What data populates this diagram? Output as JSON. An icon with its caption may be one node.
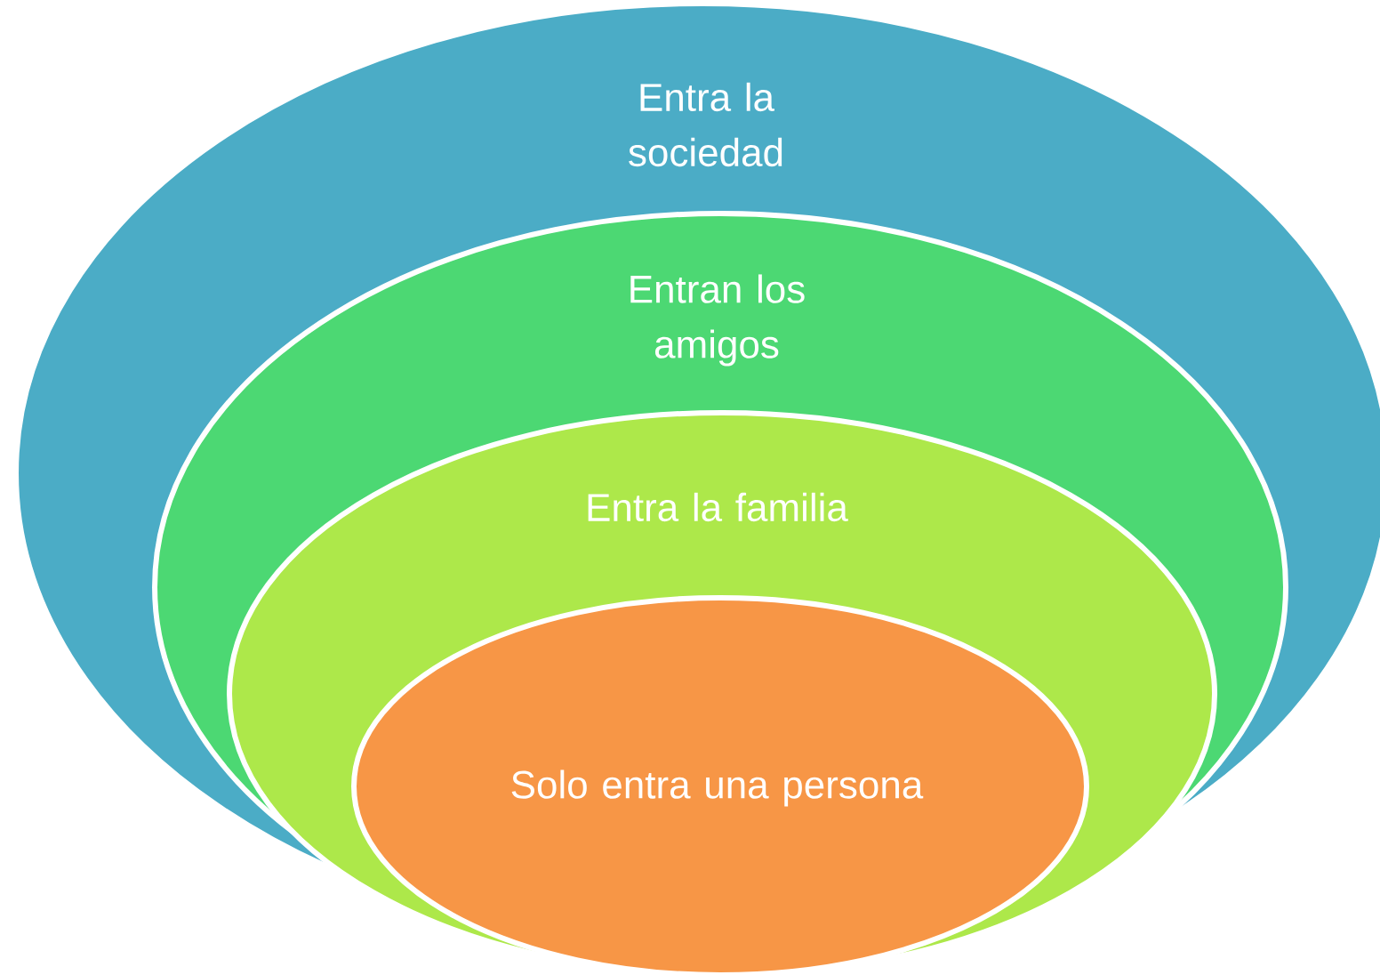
{
  "diagram": {
    "nodes": [
      {
        "text": [
          "Entra la sociedad"
        ]
      },
      {
        "text": [
          "Entran los amigos"
        ],
        "in": 0
      },
      {
        "text": [
          "Entra la familia"
        ],
        "in": 1
      },
      {
        "text": [
          "Solo entra una persona"
        ],
        "in": 2
      }
    ]
  }
}
